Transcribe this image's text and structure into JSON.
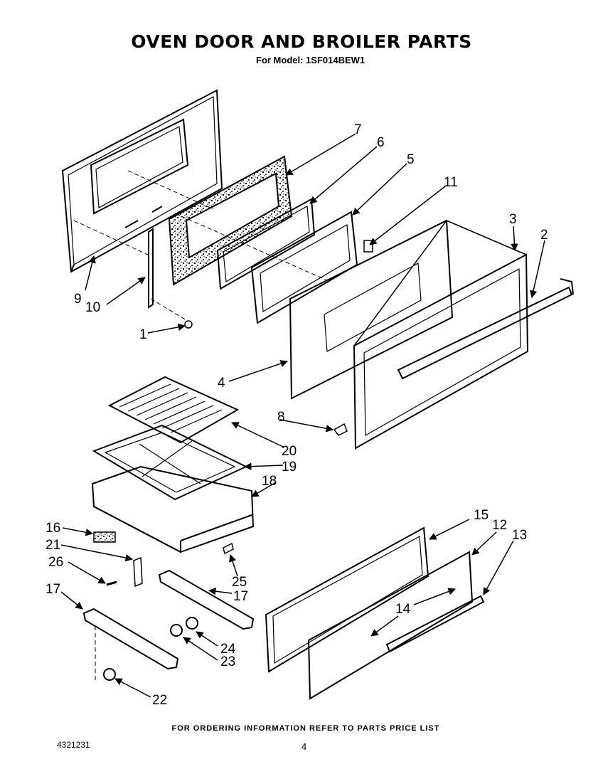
{
  "header": {
    "title": "OVEN DOOR AND BROILER PARTS",
    "subtitle": "For Model: 1SF014BEW1"
  },
  "callouts": {
    "c1": "1",
    "c2": "2",
    "c3": "3",
    "c4": "4",
    "c5": "5",
    "c6": "6",
    "c7": "7",
    "c8": "8",
    "c9": "9",
    "c10": "10",
    "c11": "11",
    "c12": "12",
    "c13": "13",
    "c14": "14",
    "c15": "15",
    "c16": "16",
    "c17a": "17",
    "c17b": "17",
    "c18": "18",
    "c19": "19",
    "c20": "20",
    "c21": "21",
    "c22": "22",
    "c23": "23",
    "c24": "24",
    "c25": "25",
    "c26": "26"
  },
  "footer": {
    "note": "FOR ORDERING INFORMATION REFER TO PARTS PRICE LIST",
    "doc_number": "4321231",
    "page_number": "4"
  }
}
